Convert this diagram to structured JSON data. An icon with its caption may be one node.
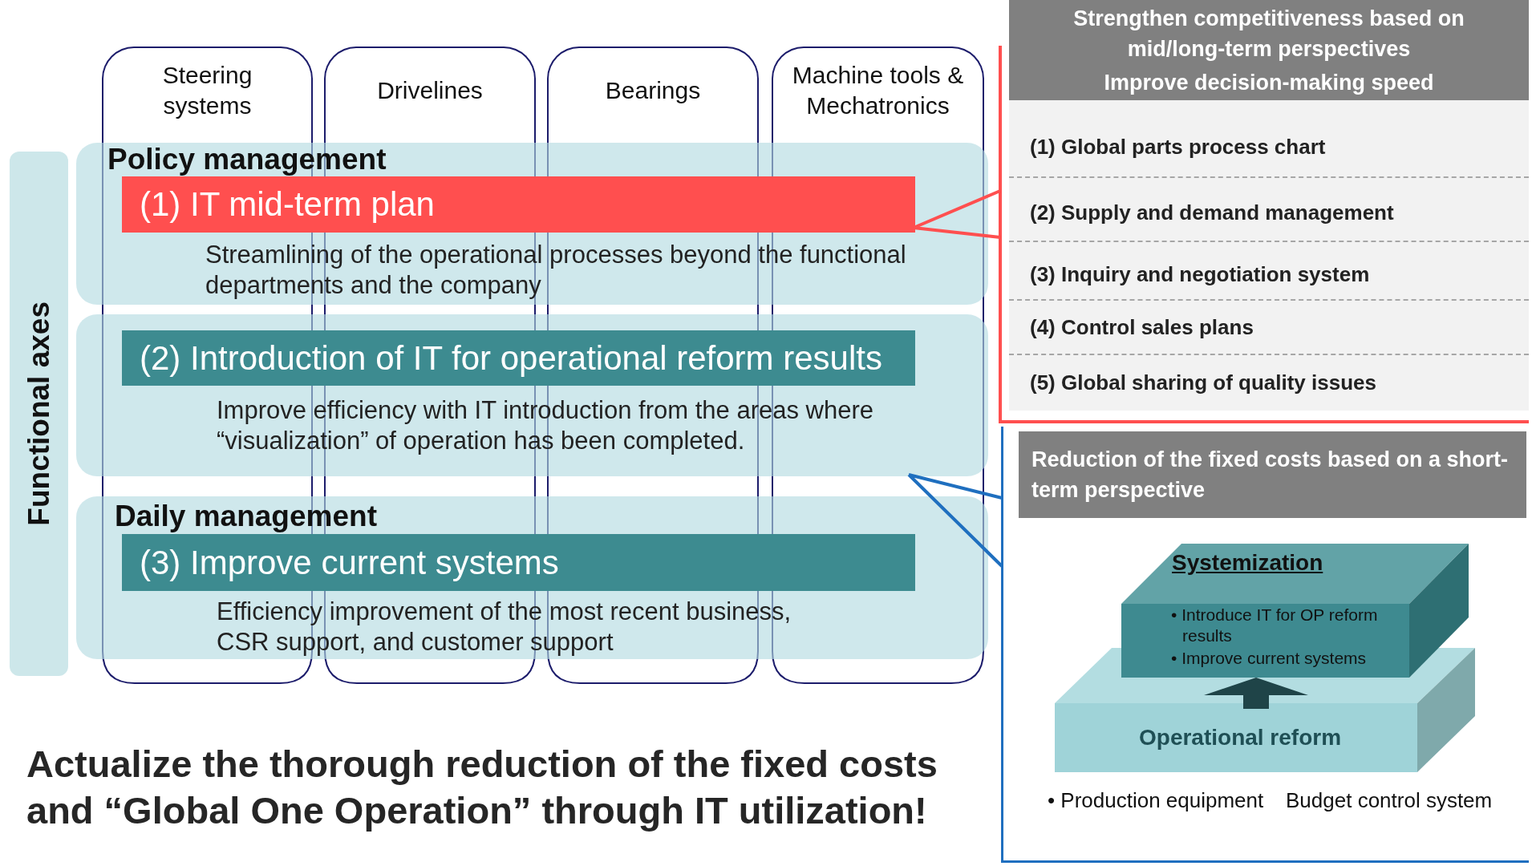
{
  "diagram": {
    "nodes": [
      {
        "text": [
          "Steering systems"
        ]
      },
      {
        "text": [
          "Drivelines"
        ]
      },
      {
        "text": [
          "Bearings"
        ]
      },
      {
        "text": [
          "Machine tools & Mechatronics"
        ]
      },
      {
        "text": [
          "Functional axes"
        ]
      },
      {
        "text": [
          "Policy management"
        ]
      },
      {
        "text": [
          "(1) IT mid-term plan"
        ],
        "in": 5,
        "beside": [
          "Streamlining of the operational processes beyond the functional departments and the company"
        ]
      },
      {
        "text": [],
        "shape": "box"
      },
      {
        "text": [
          "(2) Introduction of IT for operational reform results"
        ],
        "in": 7,
        "beside": [
          "Improve efficiency with IT introduction from the areas where “visualization” of operation has been completed."
        ]
      },
      {
        "text": [
          "Daily management"
        ]
      },
      {
        "text": [
          "(3) Improve current systems"
        ],
        "in": 9,
        "beside": [
          "Efficiency improvement of the most recent business, CSR support, and customer support"
        ]
      },
      {
        "text": [],
        "shape": "box"
      },
      {
        "text": [
          "Strengthen competitiveness based on mid/long-term perspectives",
          "Improve decision-making speed"
        ],
        "in": 11
      },
      {
        "text": [
          "(1) Global parts process chart"
        ],
        "in": 11
      },
      {
        "text": [
          "(2) Supply and demand management"
        ],
        "in": 11
      },
      {
        "text": [
          "(3) Inquiry and negotiation system"
        ],
        "in": 11
      },
      {
        "text": [
          "(4) Control sales plans"
        ],
        "in": 11
      },
      {
        "text": [
          "(5) Global sharing of quality issues"
        ],
        "in": 11
      },
      {
        "text": [],
        "shape": "box"
      },
      {
        "text": [
          "Reduction of the fixed costs based on a short-term perspective"
        ],
        "in": 18
      },
      {
        "text": [
          "Systemization",
          "• Introduce IT for OP reform results",
          "• Improve current systems"
        ],
        "in": 18
      },
      {
        "text": [
          "Operational reform"
        ],
        "in": 18
      }
    ],
    "edges": [
      {
        "from": 6,
        "to": 11,
        "arrow": "none",
        "color": "#ff4f4f"
      },
      {
        "from": 7,
        "to": 18,
        "arrow": "none",
        "color": "#1f6fbf"
      },
      {
        "from": 21,
        "to": 20,
        "arrow": "to",
        "style": "thick",
        "color": "#1f4448"
      }
    ],
    "labels": [
      "Actualize the thorough reduction of the fixed costs and “Global One Operation” through IT utilization!",
      "• Production equipment",
      "Budget control system"
    ]
  }
}
